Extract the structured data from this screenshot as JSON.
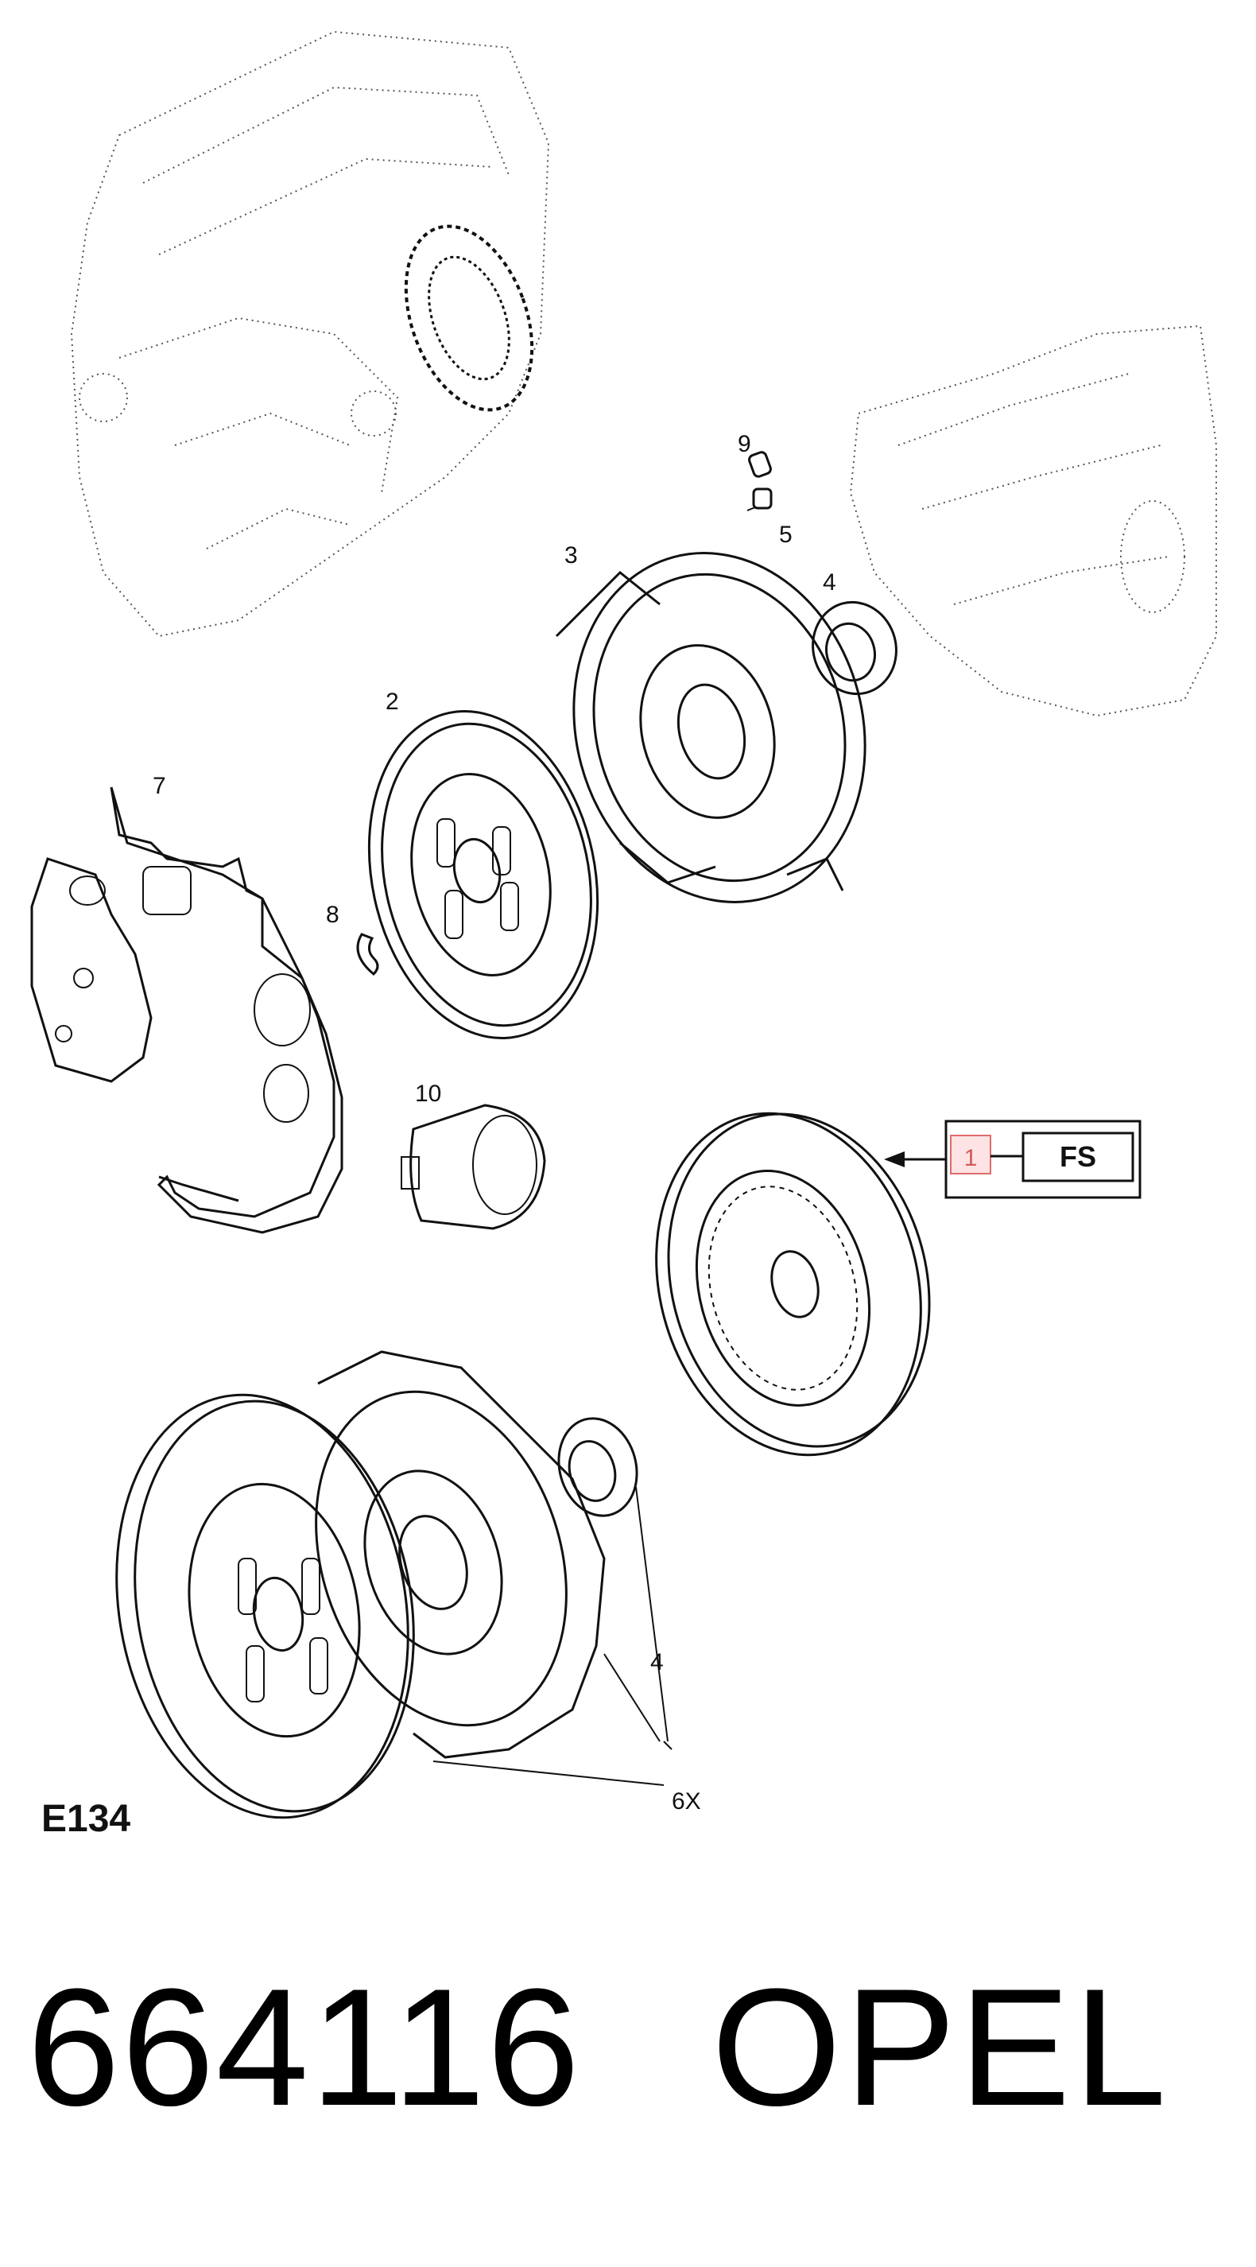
{
  "diagram": {
    "callouts": [
      "1",
      "2",
      "3",
      "4",
      "5",
      "6X",
      "7",
      "8",
      "9",
      "10"
    ],
    "legend_box": {
      "number": "1",
      "code": "FS"
    },
    "figure_code": "E134"
  },
  "footer": {
    "part_number": "664116",
    "brand": "OPEL"
  }
}
